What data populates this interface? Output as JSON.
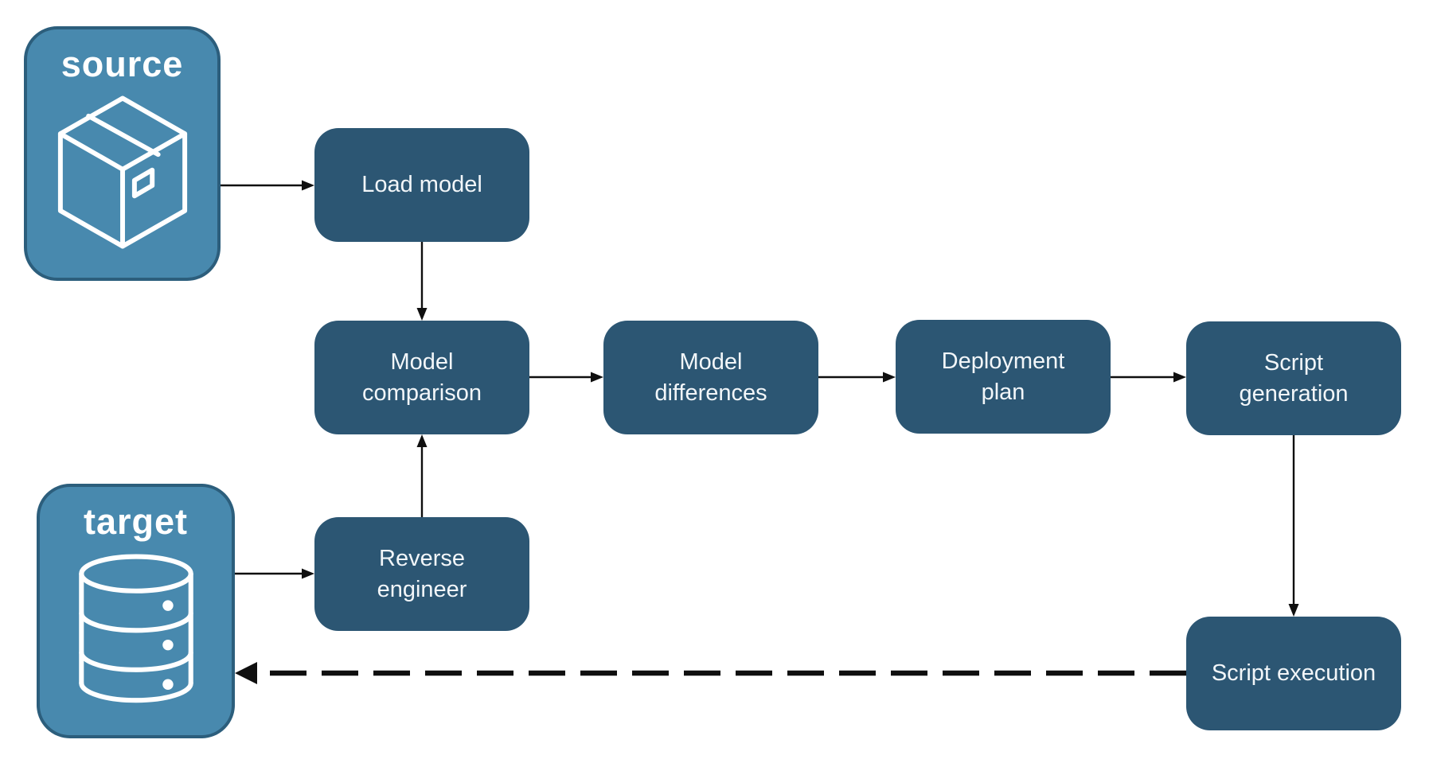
{
  "colors": {
    "bg": "#ffffff",
    "node_fill": "#2C5673",
    "endpoint_fill": "#4889AE",
    "endpoint_border": "#2C5E7C",
    "text": "#F2F6F9",
    "endpoint_text": "#ffffff",
    "arrow": "#0f0f0f"
  },
  "endpoints": {
    "source": {
      "label": "source",
      "icon": "package-icon"
    },
    "target": {
      "label": "target",
      "icon": "database-icon"
    }
  },
  "nodes": {
    "load_model": {
      "label": "Load model"
    },
    "model_comparison": {
      "label": "Model comparison"
    },
    "model_differences": {
      "label": "Model differences"
    },
    "deployment_plan": {
      "label": "Deployment plan"
    },
    "script_generation": {
      "label": "Script generation"
    },
    "reverse_engineer": {
      "label": "Reverse engineer"
    },
    "script_execution": {
      "label": "Script execution"
    }
  },
  "edges": [
    {
      "from": "source",
      "to": "load_model",
      "style": "solid"
    },
    {
      "from": "load_model",
      "to": "model_comparison",
      "style": "solid"
    },
    {
      "from": "model_comparison",
      "to": "model_differences",
      "style": "solid"
    },
    {
      "from": "model_differences",
      "to": "deployment_plan",
      "style": "solid"
    },
    {
      "from": "deployment_plan",
      "to": "script_generation",
      "style": "solid"
    },
    {
      "from": "target",
      "to": "reverse_engineer",
      "style": "solid"
    },
    {
      "from": "reverse_engineer",
      "to": "model_comparison",
      "style": "solid"
    },
    {
      "from": "script_generation",
      "to": "script_execution",
      "style": "solid"
    },
    {
      "from": "script_execution",
      "to": "target",
      "style": "dashed"
    }
  ]
}
